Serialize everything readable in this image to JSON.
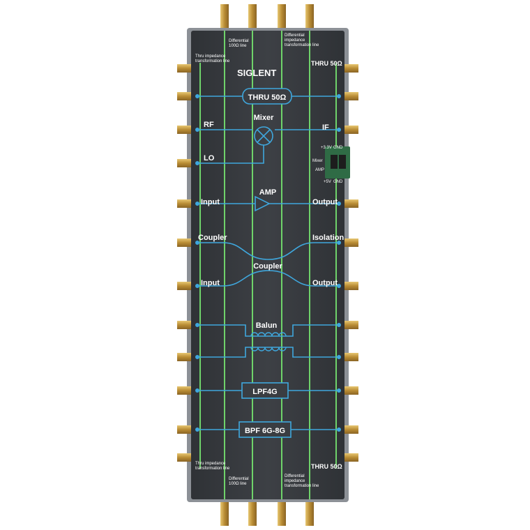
{
  "board": {
    "brand": "SIGLENT",
    "thru_top_right": "THRU 50Ω",
    "thru_bottom_right": "THRU 50Ω",
    "thru_center": "THRU 50Ω",
    "thru_impedance_top_1": "Thru impedance",
    "thru_impedance_top_2": "transformation line",
    "thru_impedance_bottom_1": "Thru impedance",
    "thru_impedance_bottom_2": "transformation line",
    "diff_top_1": "Differential",
    "diff_top_2": "100Ω  line",
    "diff_imp_top_1": "Differential",
    "diff_imp_top_2": "impedance",
    "diff_imp_top_3": "transformation line",
    "diff_bottom_1": "Differential",
    "diff_bottom_2": "100Ω  line",
    "diff_imp_bottom_1": "Differential",
    "diff_imp_bottom_2": "impedance",
    "diff_imp_bottom_3": "transformation line",
    "mixer_title": "Mixer",
    "rf": "RF",
    "if": "IF",
    "lo": "LO",
    "amp_title": "AMP",
    "amp_input": "Input",
    "amp_output": "Output",
    "coupler_left": "Coupler",
    "isolation": "Isolation",
    "coupler_title": "Coupler",
    "coupler_input": "Input",
    "coupler_output": "Output",
    "balun_title": "Balun",
    "lpf": "LPF4G",
    "bpf": "BPF 6G-8G",
    "power_33": "+3.3V",
    "power_gnd1": "GND",
    "power_mixer": "Mixer",
    "power_amp": "AMP",
    "power_5v": "+5V",
    "power_gnd2": "GND"
  },
  "colors": {
    "panel": "#3a3d42",
    "trace": "#3fa7dd",
    "green": "#6fd36a",
    "gold": "#c9a24a",
    "text": "#ffffff"
  }
}
